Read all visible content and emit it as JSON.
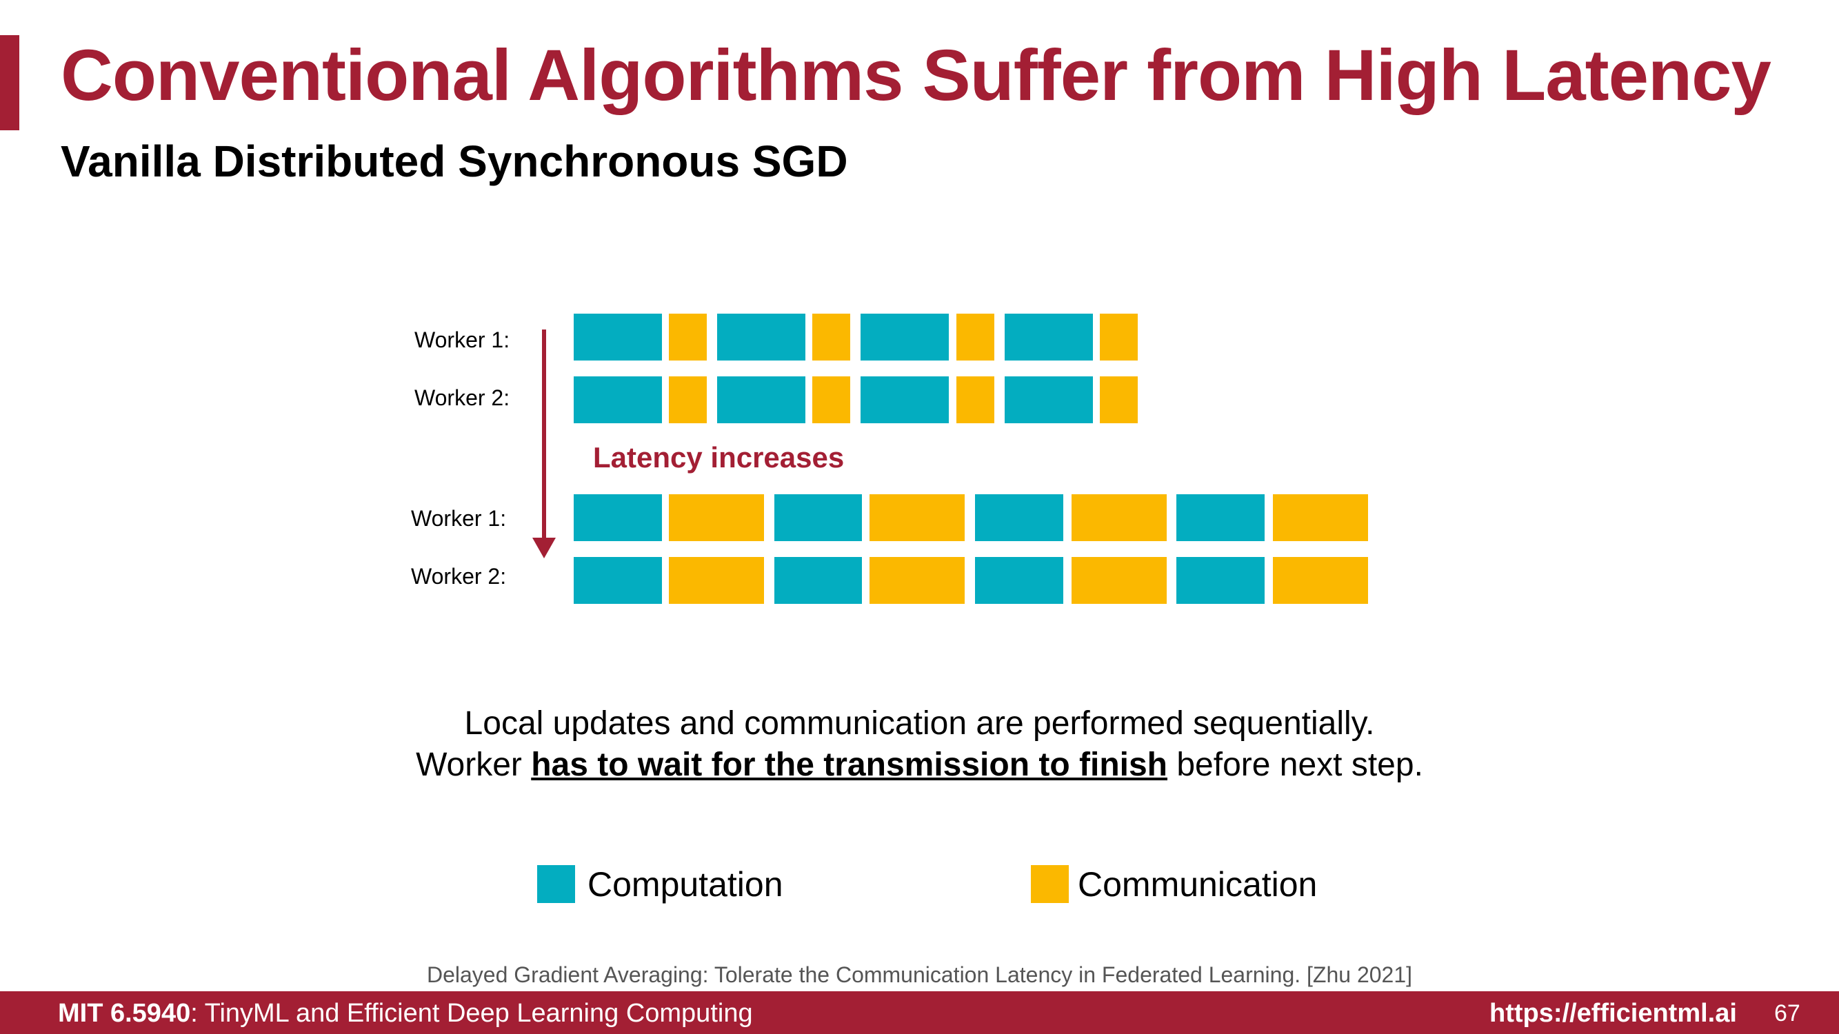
{
  "title": "Conventional Algorithms Suffer from High Latency",
  "subtitle": "Vanilla Distributed Synchronous SGD",
  "colors": {
    "accent": "#a31f34",
    "computation": "#03adc0",
    "communication": "#fbb800"
  },
  "diagram": {
    "top_rows": [
      {
        "label": "Worker 1:"
      },
      {
        "label": "Worker 2:"
      }
    ],
    "bottom_rows": [
      {
        "label": "Worker 1:"
      },
      {
        "label": "Worker 2:"
      }
    ],
    "latency_label": "Latency increases"
  },
  "caption": {
    "line1": "Local updates and communication are performed sequentially.",
    "line2_before": "Worker ",
    "line2_emphasis": "has to wait for the transmission to finish",
    "line2_after": " before next step."
  },
  "legend": {
    "computation": "Computation",
    "communication": "Communication"
  },
  "citation": "Delayed Gradient Averaging: Tolerate the Communication Latency in Federated Learning. [Zhu 2021]",
  "footer": {
    "course_code": "MIT 6.5940",
    "course_name": ": TinyML and Efficient Deep Learning Computing",
    "url": "https://efficientml.ai",
    "page_number": "67"
  }
}
